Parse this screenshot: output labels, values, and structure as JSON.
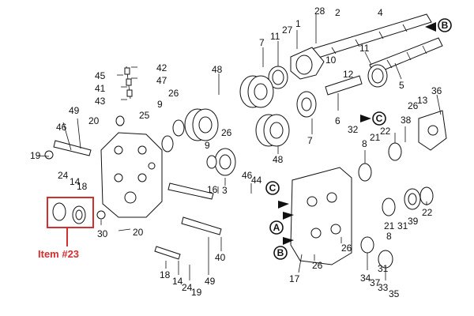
{
  "diagram": {
    "accent_color": "#d32f2f",
    "callout_label": "Item #23",
    "markers": {
      "a": "A",
      "b": "B",
      "c": "C"
    },
    "part_numbers": {
      "p1": "1",
      "p2": "2",
      "p3": "3",
      "p4": "4",
      "p5": "5",
      "p6": "6",
      "p7": "7",
      "p7b": "7",
      "p8": "8",
      "p8b": "8",
      "p9": "9",
      "p9b": "9",
      "p10": "10",
      "p11": "11",
      "p11b": "11",
      "p12": "12",
      "p13": "13",
      "p14": "14",
      "p16": "16",
      "p17": "17",
      "p18": "18",
      "p18b": "18",
      "p19": "19",
      "p19b": "19",
      "p20": "20",
      "p20b": "20",
      "p21": "21",
      "p21b": "21",
      "p22": "22",
      "p22b": "22",
      "p24": "24",
      "p24b": "24",
      "p25": "25",
      "p26": "26",
      "p26b": "26",
      "p26c": "26",
      "p26d": "26",
      "p26e": "26",
      "p27": "27",
      "p28": "28",
      "p30": "30",
      "p31": "31",
      "p31b": "31",
      "p32": "32",
      "p33": "33",
      "p34": "34",
      "p35": "35",
      "p36": "36",
      "p37": "37",
      "p38": "38",
      "p39": "39",
      "p40": "40",
      "p41": "41",
      "p42": "42",
      "p43": "43",
      "p44": "44",
      "p45": "45",
      "p46": "46",
      "p46b": "46",
      "p47": "47",
      "p48": "48",
      "p48b": "48",
      "p49": "49",
      "p49b": "49"
    }
  }
}
